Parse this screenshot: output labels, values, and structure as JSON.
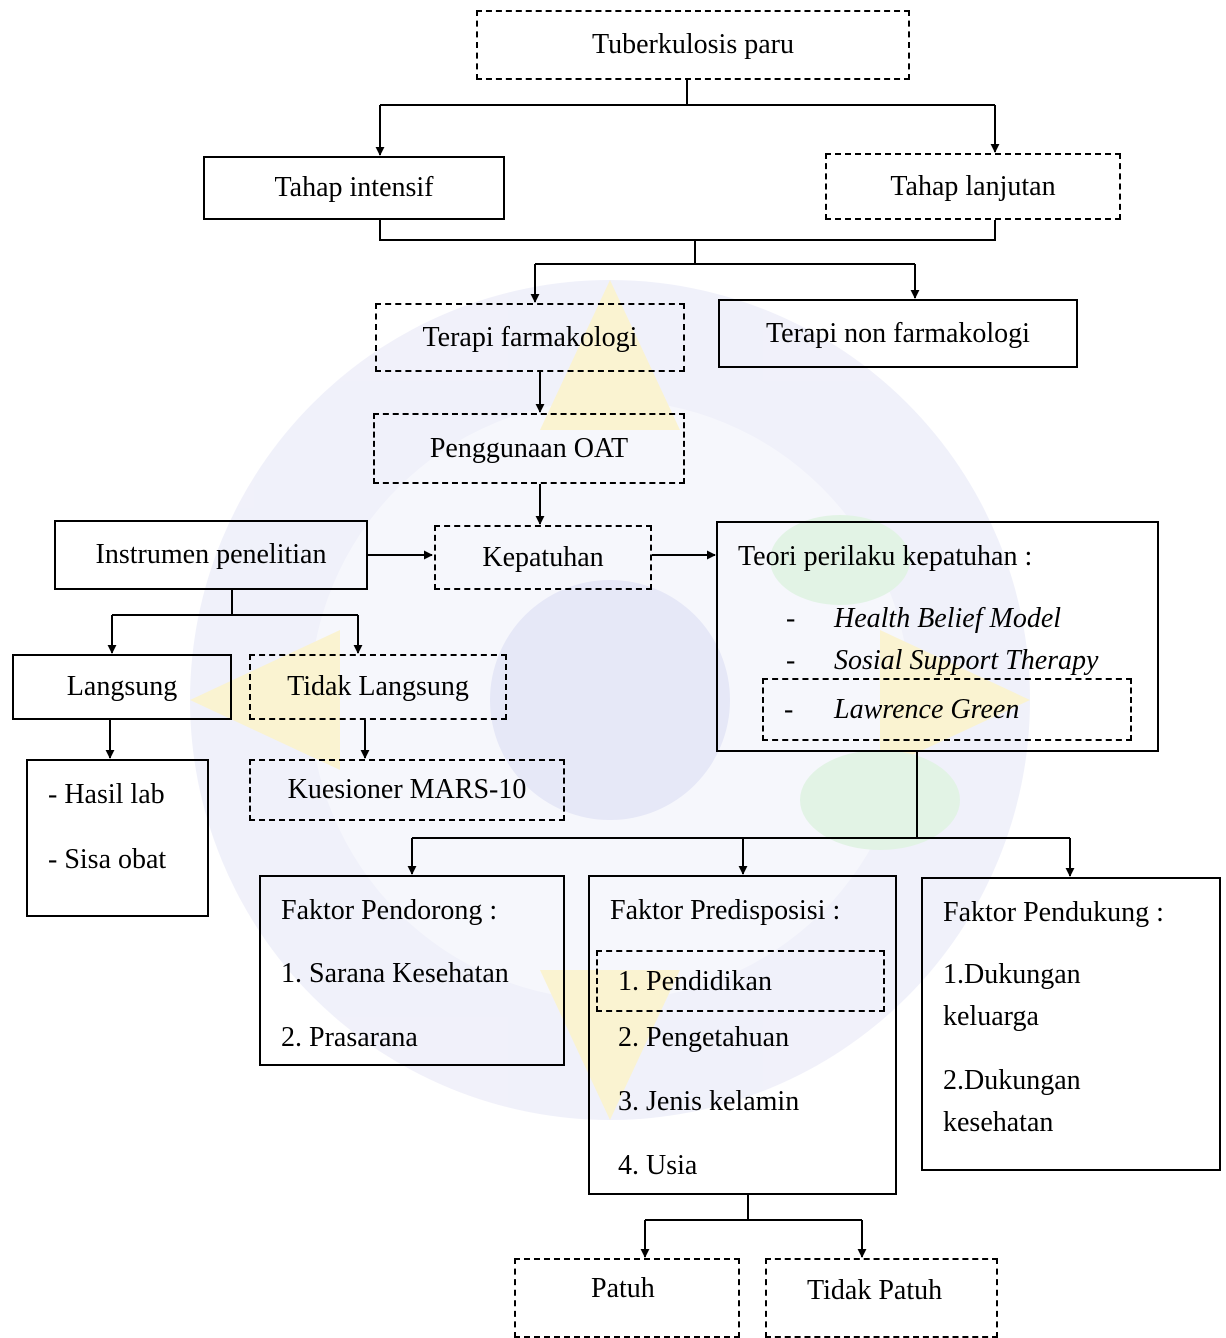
{
  "colors": {
    "line": "#000000",
    "watermark_primary": "#b9bde6",
    "watermark_accent": "#f4e59a",
    "watermark_green": "#bfe6c7"
  },
  "nodes": {
    "root": "Tuberkulosis paru",
    "intensive": "Tahap intensif",
    "continuation": "Tahap lanjutan",
    "pharma": "Terapi farmakologi",
    "non_pharma": "Terapi non farmakologi",
    "oat": "Penggunaan OAT",
    "compliance": "Kepatuhan",
    "instrument": "Instrumen penelitian",
    "theory": {
      "title": "Teori perilaku kepatuhan :",
      "dash": "-",
      "items": [
        "Health Belief Model",
        "Sosial Support Therapy",
        "Lawrence Green"
      ]
    },
    "direct": "Langsung",
    "indirect": "Tidak Langsung",
    "direct_items": [
      "- Hasil lab",
      "- Sisa obat"
    ],
    "questionnaire": "Kuesioner MARS-10",
    "reinforcing": {
      "title": "Faktor Pendorong :",
      "items": [
        "1. Sarana Kesehatan",
        "2. Prasarana"
      ]
    },
    "predisposing": {
      "title": "Faktor Predisposisi :",
      "items": [
        "1. Pendidikan",
        "2. Pengetahuan",
        "3. Jenis kelamin",
        "4. Usia"
      ]
    },
    "enabling": {
      "title": "Faktor Pendukung :",
      "items": [
        "1.Dukungan",
        "keluarga",
        "2.Dukungan",
        "kesehatan"
      ]
    },
    "compliant": "Patuh",
    "non_compliant": "Tidak Patuh"
  }
}
